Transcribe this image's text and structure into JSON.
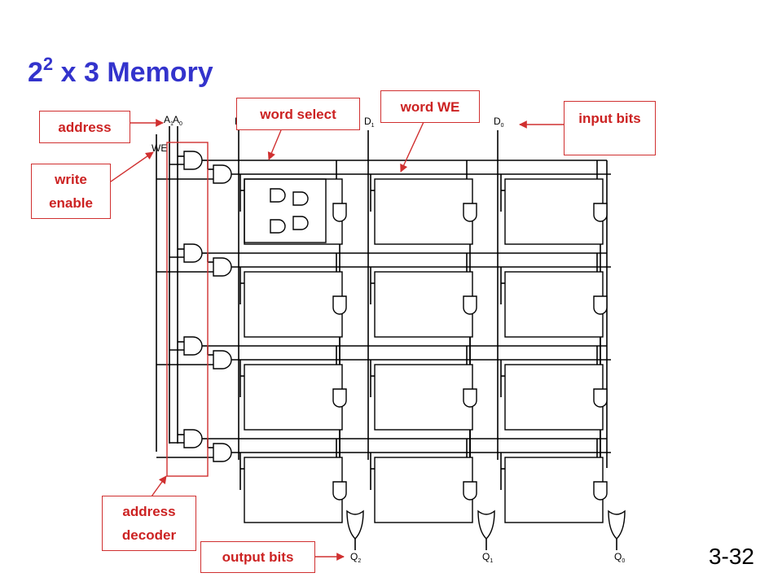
{
  "slide": {
    "title_base": "2",
    "title_exp": "2",
    "title_rest": " x 3 Memory",
    "page_number": "3-32"
  },
  "callouts": {
    "address": "address",
    "write_enable": "write enable",
    "word_select": "word select",
    "word_we": "word WE",
    "input_bits": "input bits",
    "address_decoder": "address decoder",
    "output_bits": "output bits"
  },
  "signals": {
    "a1": "A",
    "a1_sub": "1",
    "a0": "A",
    "a0_sub": "0",
    "we": "WE",
    "d2": "D",
    "d2_sub": "2",
    "d1": "D",
    "d1_sub": "1",
    "d0": "D",
    "d0_sub": "0",
    "q2": "Q",
    "q2_sub": "2",
    "q1": "Q",
    "q1_sub": "1",
    "q0": "Q",
    "q0_sub": "0"
  },
  "colors": {
    "title": "#3333cc",
    "callout": "#cc2222",
    "wire": "#000000"
  }
}
